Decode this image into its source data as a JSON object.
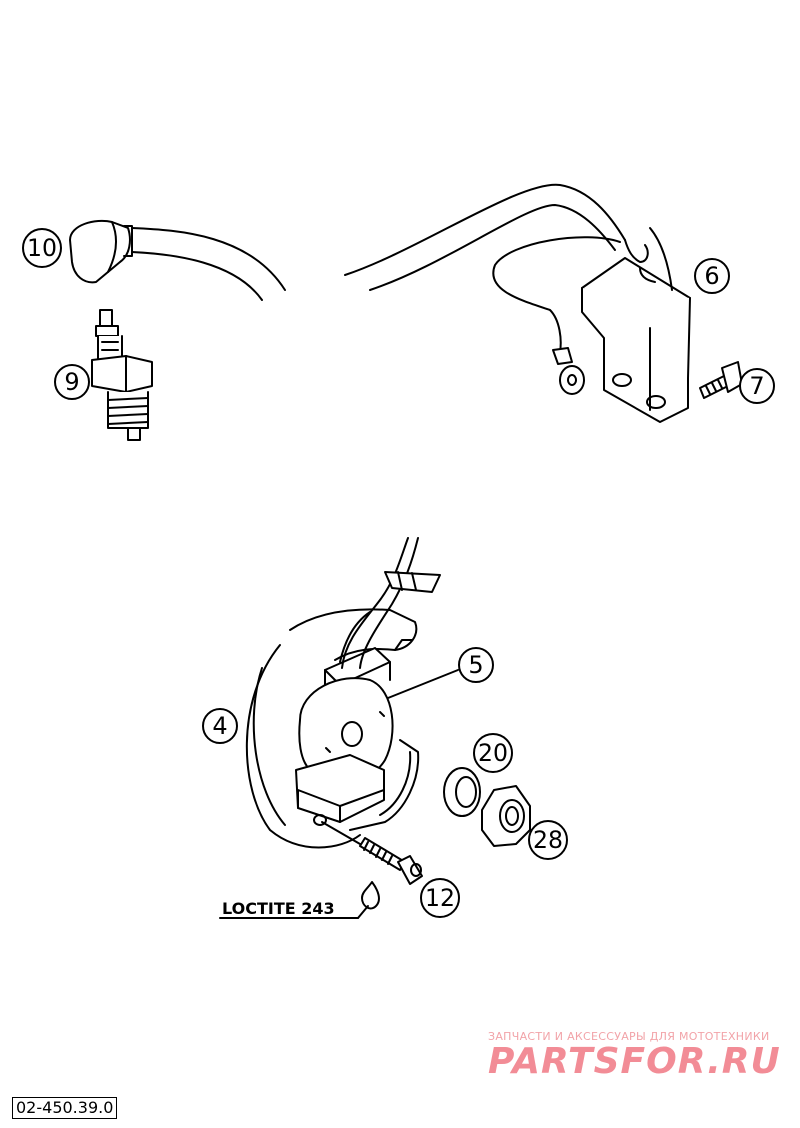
{
  "callouts": {
    "c4": "4",
    "c5": "5",
    "c6": "6",
    "c7": "7",
    "c9": "9",
    "c10": "10",
    "c12": "12",
    "c20": "20",
    "c28": "28"
  },
  "note_loctite": "LOCTITE 243",
  "drawing_number": "02-450.39.0",
  "watermark": {
    "tagline": "ЗАПЧАСТИ И АКСЕССУАРЫ ДЛЯ МОТОТЕХНИКИ",
    "brand": "PARTSFOR.RU"
  }
}
